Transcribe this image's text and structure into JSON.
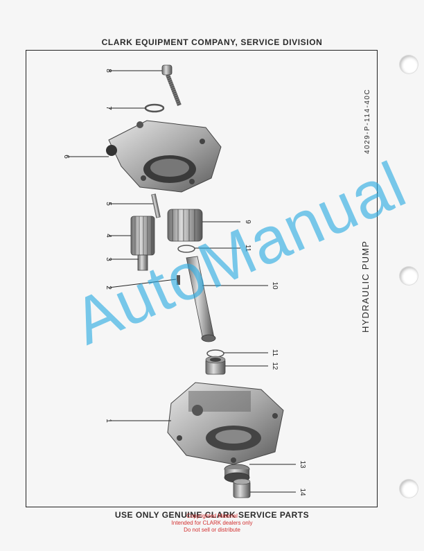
{
  "header": {
    "text": "CLARK EQUIPMENT COMPANY, SERVICE DIVISION"
  },
  "doc_number": "4029-P-114-40C",
  "page_title": "HYDRAULIC PUMP",
  "callouts": {
    "c1": "1",
    "c2": "2",
    "c3": "3",
    "c4": "4",
    "c5": "5",
    "c6": "6",
    "c7": "7",
    "c8": "8",
    "c9": "9",
    "c10": "10",
    "c11a": "11",
    "c11b": "11",
    "c12": "12",
    "c13": "13",
    "c14": "14"
  },
  "watermark": "AutoManual",
  "footer": {
    "text": "USE ONLY GENUINE CLARK SERVICE PARTS"
  },
  "copyright": {
    "line1": "Copyrighted Material",
    "line2": "Intended for CLARK dealers only",
    "line3": "Do not sell or distribute"
  }
}
